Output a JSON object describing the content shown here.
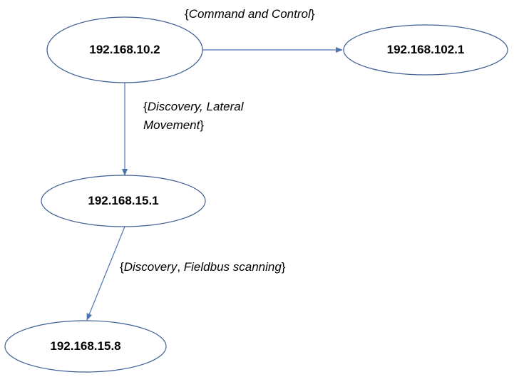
{
  "nodes": {
    "n1": {
      "label": "192.168.10.2"
    },
    "n2": {
      "label": "192.168.102.1"
    },
    "n3": {
      "label": "192.168.15.1"
    },
    "n4": {
      "label": "192.168.15.8"
    }
  },
  "edges": {
    "e1": {
      "label": "Command and Control"
    },
    "e2": {
      "label_line1": "Discovery, Lateral",
      "label_line2": "Movement"
    },
    "e3": {
      "label_a": "Discovery",
      "label_b": "Fieldbus scanning"
    }
  },
  "colors": {
    "line": "#4f74b0",
    "arrow": "#4f74b0",
    "ellipse_stroke": "#3f5f94"
  }
}
